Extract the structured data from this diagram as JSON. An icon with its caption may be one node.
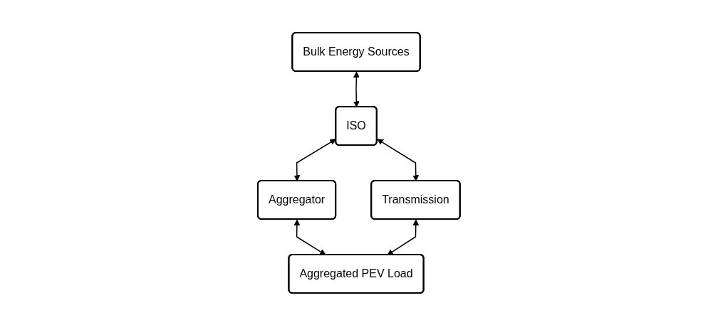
{
  "diagram": {
    "nodes": [
      {
        "text": [
          "Bulk Energy Sources"
        ]
      },
      {
        "text": [
          "ISO"
        ]
      },
      {
        "text": [
          "Transmission"
        ]
      },
      {
        "text": [
          "Aggregator"
        ]
      },
      {
        "text": [
          "Aggregated PEV Load"
        ]
      }
    ],
    "edges": [
      {
        "from": 0,
        "to": 1,
        "arrow": "both"
      },
      {
        "from": 1,
        "to": 2,
        "arrow": "both"
      },
      {
        "from": 1,
        "to": 3,
        "arrow": "both"
      },
      {
        "from": 3,
        "to": 4,
        "arrow": "both"
      },
      {
        "from": 2,
        "to": 4,
        "arrow": "both"
      }
    ]
  }
}
